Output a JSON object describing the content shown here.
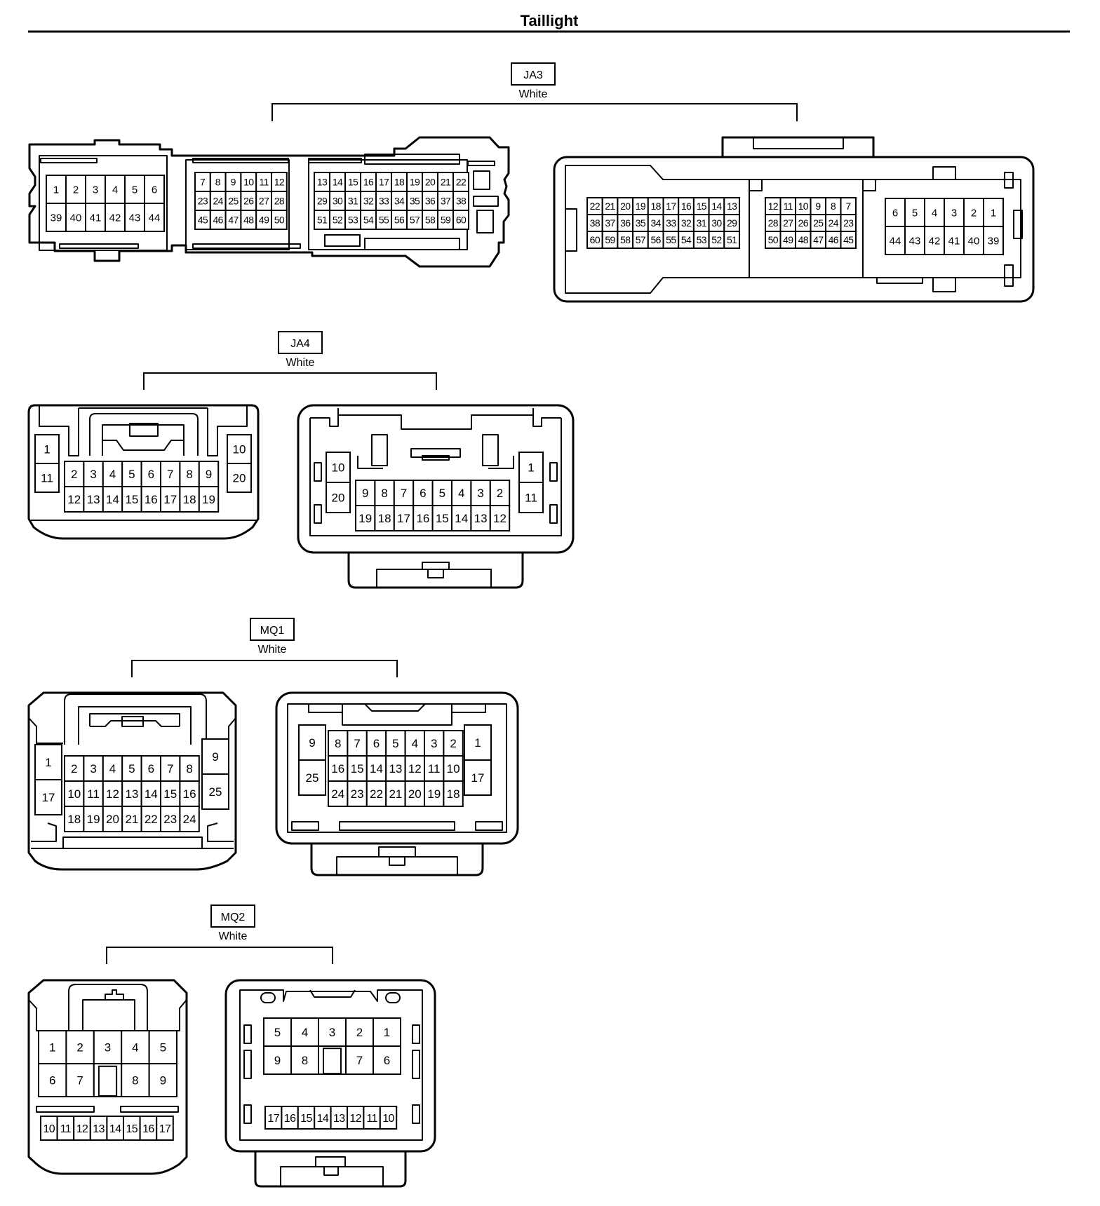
{
  "title": "Taillight",
  "connectors": [
    {
      "id": "JA3",
      "color": "White",
      "views": [
        {
          "blocks": [
            {
              "rows": [
                [
                  "1",
                  "2",
                  "3",
                  "4",
                  "5",
                  "6"
                ],
                [
                  "39",
                  "40",
                  "41",
                  "42",
                  "43",
                  "44"
                ]
              ]
            },
            {
              "rows": [
                [
                  "7",
                  "8",
                  "9",
                  "10",
                  "11",
                  "12"
                ],
                [
                  "23",
                  "24",
                  "25",
                  "26",
                  "27",
                  "28"
                ],
                [
                  "45",
                  "46",
                  "47",
                  "48",
                  "49",
                  "50"
                ]
              ]
            },
            {
              "rows": [
                [
                  "13",
                  "14",
                  "15",
                  "16",
                  "17",
                  "18",
                  "19",
                  "20",
                  "21",
                  "22"
                ],
                [
                  "29",
                  "30",
                  "31",
                  "32",
                  "33",
                  "34",
                  "35",
                  "36",
                  "37",
                  "38"
                ],
                [
                  "51",
                  "52",
                  "53",
                  "54",
                  "55",
                  "56",
                  "57",
                  "58",
                  "59",
                  "60"
                ]
              ]
            }
          ]
        },
        {
          "blocks": [
            {
              "rows": [
                [
                  "22",
                  "21",
                  "20",
                  "19",
                  "18",
                  "17",
                  "16",
                  "15",
                  "14",
                  "13"
                ],
                [
                  "38",
                  "37",
                  "36",
                  "35",
                  "34",
                  "33",
                  "32",
                  "31",
                  "30",
                  "29"
                ],
                [
                  "60",
                  "59",
                  "58",
                  "57",
                  "56",
                  "55",
                  "54",
                  "53",
                  "52",
                  "51"
                ]
              ]
            },
            {
              "rows": [
                [
                  "12",
                  "11",
                  "10",
                  "9",
                  "8",
                  "7"
                ],
                [
                  "28",
                  "27",
                  "26",
                  "25",
                  "24",
                  "23"
                ],
                [
                  "50",
                  "49",
                  "48",
                  "47",
                  "46",
                  "45"
                ]
              ]
            },
            {
              "rows": [
                [
                  "6",
                  "5",
                  "4",
                  "3",
                  "2",
                  "1"
                ],
                [
                  "44",
                  "43",
                  "42",
                  "41",
                  "40",
                  "39"
                ]
              ]
            }
          ]
        }
      ]
    },
    {
      "id": "JA4",
      "color": "White",
      "views": [
        {
          "blocks": [
            {
              "rows": [
                [
                  "1"
                ],
                [
                  "11"
                ]
              ]
            },
            {
              "rows": [
                [
                  "2",
                  "3",
                  "4",
                  "5",
                  "6",
                  "7",
                  "8",
                  "9"
                ],
                [
                  "12",
                  "13",
                  "14",
                  "15",
                  "16",
                  "17",
                  "18",
                  "19"
                ]
              ]
            },
            {
              "rows": [
                [
                  "10"
                ],
                [
                  "20"
                ]
              ]
            }
          ]
        },
        {
          "blocks": [
            {
              "rows": [
                [
                  "10"
                ],
                [
                  "20"
                ]
              ]
            },
            {
              "rows": [
                [
                  "9",
                  "8",
                  "7",
                  "6",
                  "5",
                  "4",
                  "3",
                  "2"
                ],
                [
                  "19",
                  "18",
                  "17",
                  "16",
                  "15",
                  "14",
                  "13",
                  "12"
                ]
              ]
            },
            {
              "rows": [
                [
                  "1"
                ],
                [
                  "11"
                ]
              ]
            }
          ]
        }
      ]
    },
    {
      "id": "MQ1",
      "color": "White",
      "views": [
        {
          "blocks": [
            {
              "rows": [
                [
                  "1"
                ],
                [
                  "17"
                ]
              ]
            },
            {
              "rows": [
                [
                  "2",
                  "3",
                  "4",
                  "5",
                  "6",
                  "7",
                  "8"
                ],
                [
                  "10",
                  "11",
                  "12",
                  "13",
                  "14",
                  "15",
                  "16"
                ],
                [
                  "18",
                  "19",
                  "20",
                  "21",
                  "22",
                  "23",
                  "24"
                ]
              ]
            },
            {
              "rows": [
                [
                  "9"
                ],
                [
                  "25"
                ]
              ]
            }
          ]
        },
        {
          "blocks": [
            {
              "rows": [
                [
                  "9"
                ],
                [
                  "25"
                ]
              ]
            },
            {
              "rows": [
                [
                  "8",
                  "7",
                  "6",
                  "5",
                  "4",
                  "3",
                  "2"
                ],
                [
                  "16",
                  "15",
                  "14",
                  "13",
                  "12",
                  "11",
                  "10"
                ],
                [
                  "24",
                  "23",
                  "22",
                  "21",
                  "20",
                  "19",
                  "18"
                ]
              ]
            },
            {
              "rows": [
                [
                  "1"
                ],
                [
                  "17"
                ]
              ]
            }
          ]
        }
      ]
    },
    {
      "id": "MQ2",
      "color": "White",
      "views": [
        {
          "blocks": [
            {
              "rows": [
                [
                  "1",
                  "2",
                  "3",
                  "4",
                  "5"
                ],
                [
                  "6",
                  "7",
                  "",
                  "8",
                  "9"
                ]
              ]
            },
            {
              "rows": [
                [
                  "10",
                  "11",
                  "12",
                  "13",
                  "14",
                  "15",
                  "16",
                  "17"
                ]
              ]
            }
          ]
        },
        {
          "blocks": [
            {
              "rows": [
                [
                  "5",
                  "4",
                  "3",
                  "2",
                  "1"
                ],
                [
                  "9",
                  "8",
                  "",
                  "7",
                  "6"
                ]
              ]
            },
            {
              "rows": [
                [
                  "17",
                  "16",
                  "15",
                  "14",
                  "13",
                  "12",
                  "11",
                  "10"
                ]
              ]
            }
          ]
        }
      ]
    }
  ]
}
